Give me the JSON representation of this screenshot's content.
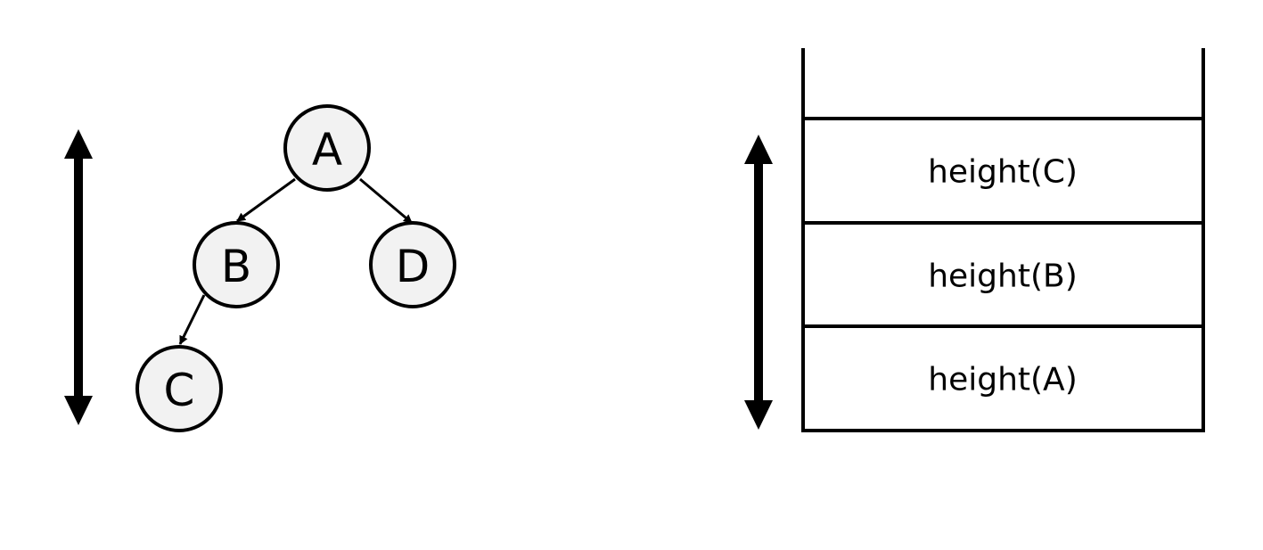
{
  "tree": {
    "nodes": [
      {
        "id": "A",
        "label": "A"
      },
      {
        "id": "B",
        "label": "B"
      },
      {
        "id": "D",
        "label": "D"
      },
      {
        "id": "C",
        "label": "C"
      }
    ],
    "edges": [
      {
        "from": "A",
        "to": "B"
      },
      {
        "from": "A",
        "to": "D"
      },
      {
        "from": "B",
        "to": "C"
      }
    ],
    "node_fill": "#f2f2f2"
  },
  "stack": {
    "frames": [
      {
        "label": "height(C)"
      },
      {
        "label": "height(B)"
      },
      {
        "label": "height(A)"
      }
    ]
  }
}
